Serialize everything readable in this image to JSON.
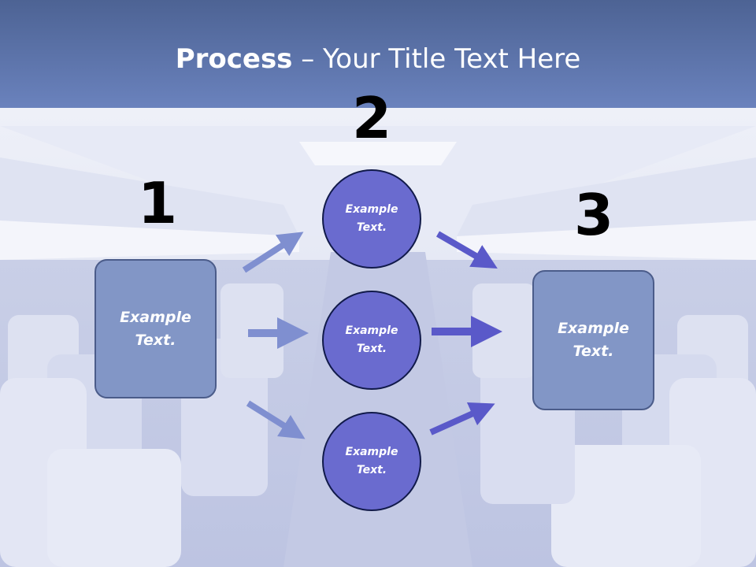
{
  "title": {
    "bold": "Process",
    "rest": " – Your Title Text Here"
  },
  "steps": {
    "one": "1",
    "two": "2",
    "three": "3"
  },
  "left_box": {
    "text": "Example\nText."
  },
  "right_box": {
    "text": "Example\nText."
  },
  "circles": [
    {
      "text": "Example\nText."
    },
    {
      "text": "Example\nText."
    },
    {
      "text": "Example\nText."
    }
  ],
  "colors": {
    "title_bar": "#5b71a8",
    "box_fill": "#8296c6",
    "circle_fill": "#6a6bcf",
    "arrow_light": "#7f8fd0",
    "arrow_dark": "#5a59c9"
  }
}
